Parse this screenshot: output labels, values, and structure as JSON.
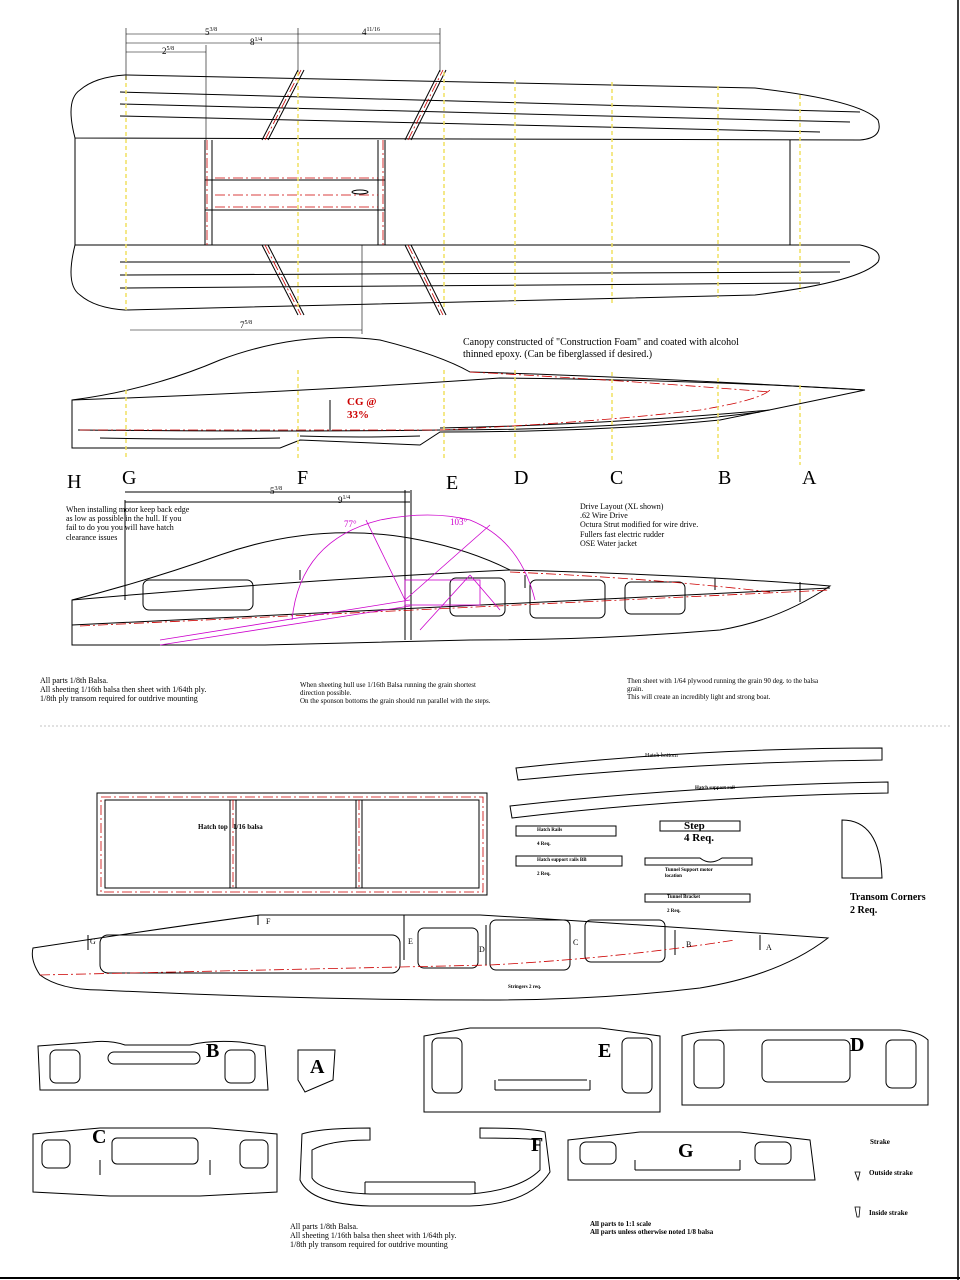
{
  "dimensions": {
    "d1": "5",
    "d1f": "3/8",
    "d2": "8",
    "d2f": "1/4",
    "d3": "4",
    "d3f": "11/16",
    "d4": "2",
    "d4f": "5/8",
    "d5": "7",
    "d5f": "5/8",
    "d6": "5",
    "d6f": "3/8",
    "d7": "9",
    "d7f": "1/4"
  },
  "canopy_note": {
    "line1": "Canopy constructed of  \"Construction Foam\" and coated with alcohol",
    "line2": "thinned epoxy. (Can be fiberglassed if desired.)"
  },
  "cg": {
    "line1": "CG @",
    "line2": "33%"
  },
  "stations": [
    "H",
    "G",
    "F",
    "E",
    "D",
    "C",
    "B",
    "A"
  ],
  "motor_note": [
    "When installing motor keep back edge",
    "as low as possible in the hull. If you",
    "fail to do you you will have hatch",
    "clearance issues"
  ],
  "drive_layout": [
    "Drive Layout  (XL shown)",
    ".62 Wire Drive",
    "Octura Strut modified for wire drive.",
    "Fullers fast electric rudder",
    "OSE Water jacket"
  ],
  "angles": {
    "a1": "77°",
    "a2": "103°"
  },
  "notes_row": {
    "left": [
      "All parts 1/8th Balsa.",
      "All sheeting 1/16th balsa then sheet with 1/64th ply.",
      "1/8th ply transom required for outdrive mounting"
    ],
    "mid": [
      "When sheeting hull use 1/16th Balsa running the grain shortest",
      "direction possible.",
      "On the sponson bottoms the grain should run parallel with the steps."
    ],
    "right": [
      "Then sheet with 1/64 plywood running the grain 90 deg. to the balsa",
      "grain.",
      "This will create an incredibly light and strong boat."
    ]
  },
  "parts": {
    "hatch_bottom": "Hatch bottom",
    "hatch_support_rail": "Hatch support rail",
    "hatch_top": "Hatch top   1/16 balsa",
    "hatch_rails": "Hatch Rails",
    "hatch_rails_qty": "4 Req.",
    "hatch_support_rails_bb": "Hatch support rails BB",
    "hatch_support_rails_bb_qty": "2 Req.",
    "step": "Step",
    "step_qty": "4 Req.",
    "tunnel_support": "Tunnel Support motor location",
    "tunnel_bracket": "Tunnel Bracket",
    "tunnel_bracket_qty": "2 Req.",
    "transom_corners": "Transom Corners",
    "transom_corners_qty": "2 Req.",
    "stringer": "Stringers 2 req.",
    "stringer_labels": [
      "G",
      "F",
      "E",
      "D",
      "C",
      "B",
      "A"
    ],
    "bulkheads": [
      "B",
      "A",
      "E",
      "D",
      "C",
      "F",
      "G"
    ]
  },
  "bottom_notes": {
    "left": [
      "All parts 1/8th Balsa.",
      "All sheeting 1/16th balsa then sheet with 1/64th ply.",
      "1/8th ply transom required for outdrive mounting"
    ],
    "mid": [
      "All parts to 1:1 scale",
      "All parts unless otherwise noted 1/8 balsa"
    ]
  },
  "strake_legend": {
    "title": "Strake",
    "outside": "Outside strake",
    "inside": "Inside strake"
  },
  "colors": {
    "line": "#000000",
    "red": "#cc0000",
    "yellow": "#f0e060",
    "magenta": "#cc00cc"
  }
}
